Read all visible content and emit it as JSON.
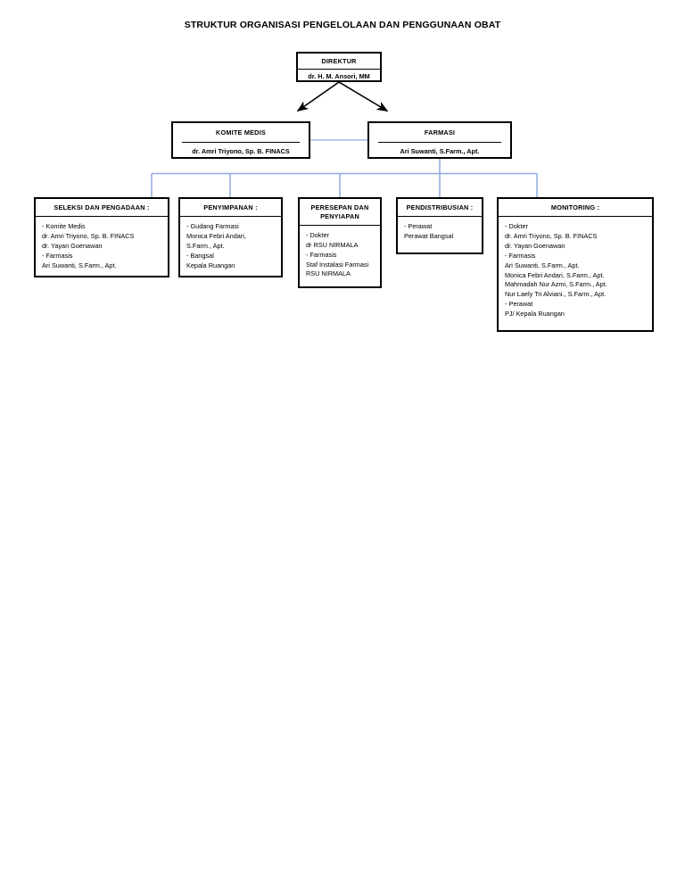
{
  "document": {
    "title": "STRUKTUR ORGANISASI PENGELOLAAN DAN PENGGUNAAN OBAT"
  },
  "chart_data": {
    "type": "diagram",
    "diagram_type": "organizational-chart",
    "title": "STRUKTUR ORGANISASI PENGELOLAAN DAN PENGGUNAAN OBAT",
    "orientation": "top-down",
    "levels": 3,
    "nodes": [
      {
        "id": "direktur",
        "level": 1,
        "header": "DIREKTUR",
        "body": [
          "dr. H. M. Ansori, MM"
        ]
      },
      {
        "id": "komite_medis",
        "level": 2,
        "header": "KOMITE MEDIS",
        "body": [
          "dr. Amri Triyono, Sp. B. FINACS"
        ]
      },
      {
        "id": "farmasi",
        "level": 2,
        "header": "FARMASI",
        "body": [
          "Ari Suwanti, S.Farm., Apt."
        ]
      },
      {
        "id": "seleksi_pengadaan",
        "level": 3,
        "header": "SELEKSI DAN PENGADAAN :",
        "body": [
          "- Komite Medis",
          "dr. Amri Triyono, Sp. B. FINACS",
          "dr. Yayan Goenawan",
          "- Farmasis",
          "Ari Suwanti, S.Farm., Apt."
        ]
      },
      {
        "id": "penyimpanan",
        "level": 3,
        "header": "PENYIMPANAN :",
        "body": [
          "- Gudang Farmasi",
          "Monica Febri Andari,",
          "S.Farm., Apt.",
          "- Bangsal",
          "Kepala Ruangan"
        ]
      },
      {
        "id": "peresepan_penyiapan",
        "level": 3,
        "header": "PERESEPAN DAN PENYIAPAN",
        "body": [
          "- Dokter",
          "dr RSU NIRMALA",
          "- Farmasis",
          "Staf Instalasi Farmasi",
          "RSU NIRMALA"
        ]
      },
      {
        "id": "pendistribusian",
        "level": 3,
        "header": "PENDISTRIBUSIAN :",
        "body": [
          "- Perawat",
          "Perawat Bangsal"
        ]
      },
      {
        "id": "monitoring",
        "level": 3,
        "header": "MONITORING :",
        "body": [
          "- Dokter",
          "dr. Amri Triyono, Sp. B. FINACS",
          "dr. Yayan Goenawan",
          "- Farmasis",
          "Ari Suwanti, S.Farm., Apt.",
          "Monica Febri Andari, S.Farm., Apt.",
          "Mahmadah Nur Azmi, S.Farm., Apt.",
          "Nur Laely Tri Alviani., S.Farm., Apt.",
          "- Perawat",
          "PJ/ Kepala Ruangan"
        ]
      }
    ],
    "edges": [
      {
        "from": "direktur",
        "to": "komite_medis",
        "style": "arrow",
        "color": "#000000"
      },
      {
        "from": "direktur",
        "to": "farmasi",
        "style": "arrow",
        "color": "#000000"
      },
      {
        "from": "komite_medis",
        "to": "farmasi",
        "style": "line",
        "color": "#8FAADC"
      },
      {
        "from": "farmasi",
        "to": "seleksi_pengadaan",
        "style": "elbow",
        "color": "#8FAADC"
      },
      {
        "from": "farmasi",
        "to": "penyimpanan",
        "style": "elbow",
        "color": "#8FAADC"
      },
      {
        "from": "farmasi",
        "to": "peresepan_penyiapan",
        "style": "elbow",
        "color": "#8FAADC"
      },
      {
        "from": "farmasi",
        "to": "pendistribusian",
        "style": "elbow",
        "color": "#8FAADC"
      },
      {
        "from": "farmasi",
        "to": "monitoring",
        "style": "elbow",
        "color": "#8FAADC"
      }
    ],
    "colors": {
      "box_border": "#000000",
      "box_fill": "#FFFFFF",
      "connector_primary": "#000000",
      "connector_secondary": "#8FAADC",
      "text": "#000000",
      "page_background": "#FFFFFF"
    }
  }
}
